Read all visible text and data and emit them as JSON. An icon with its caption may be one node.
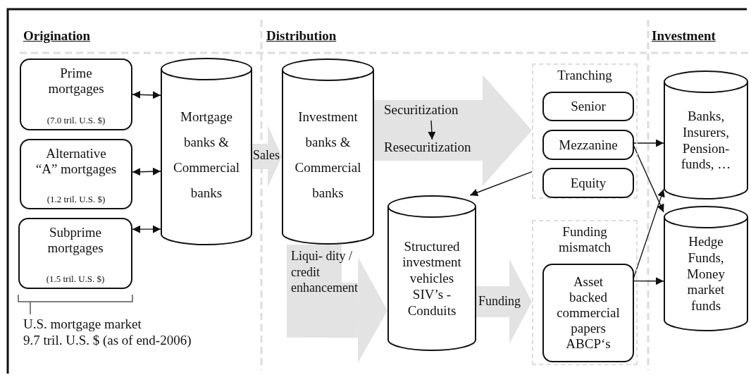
{
  "diagram": {
    "nodes": [
      {
        "text": [
          "Prime mortgages",
          "(7.0 tril. U.S. $)"
        ]
      },
      {
        "text": [
          "Alternative “A” mortgages",
          "(1.2 tril. U.S. $)"
        ]
      },
      {
        "text": [
          "Subprime mortgages",
          "(1.5 tril. U.S. $)"
        ]
      },
      {
        "text": [
          "Mortgage banks & Commercial banks"
        ]
      },
      {
        "text": [
          "Investment banks & Commercial banks"
        ]
      },
      {
        "text": [
          "Securitization"
        ]
      },
      {
        "text": [
          "Resecuritization"
        ]
      },
      {
        "text": [
          "Tranching"
        ]
      },
      {
        "text": [
          "Senior"
        ],
        "in": 7
      },
      {
        "text": [
          "Mezzanine"
        ],
        "in": 7
      },
      {
        "text": [
          "Equity"
        ],
        "in": 7
      },
      {
        "text": [
          "Structured investment vehicles SIV’s - Conduits"
        ]
      },
      {
        "text": [
          "Funding mismatch"
        ]
      },
      {
        "text": [
          "Asset backed commercial papers ABCP‘s"
        ],
        "in": 12
      },
      {
        "text": [
          "Banks, Insurers, Pension-funds, …"
        ]
      },
      {
        "text": [
          "Hedge Funds, Money market funds"
        ]
      }
    ],
    "edges": [
      {
        "from": 0,
        "to": 3,
        "arrow": "both"
      },
      {
        "from": 1,
        "to": 3,
        "arrow": "both"
      },
      {
        "from": 2,
        "to": 3,
        "arrow": "both"
      },
      {
        "from": 3,
        "to": 4,
        "arrow": "to",
        "label": "Sales",
        "style": "thick",
        "color": "#e3e3e3"
      },
      {
        "from": 4,
        "to": 7,
        "arrow": "to",
        "style": "thick",
        "color": "#e3e3e3"
      },
      {
        "from": 5,
        "to": 6,
        "arrow": "to"
      },
      {
        "from": 4,
        "to": 11,
        "arrow": "to",
        "label": "Liqui- dity / credit enhancement",
        "style": "thick",
        "color": "#e3e3e3"
      },
      {
        "from": 11,
        "to": 12,
        "arrow": "to",
        "label": "Funding",
        "style": "thick",
        "color": "#e3e3e3"
      },
      {
        "from": 7,
        "to": 11,
        "arrow": "to"
      },
      {
        "from": 9,
        "to": 14,
        "arrow": "to"
      },
      {
        "from": 9,
        "to": 15,
        "arrow": "to"
      },
      {
        "from": 13,
        "to": 15,
        "arrow": "to"
      },
      {
        "from": 13,
        "to": 14,
        "arrow": "to"
      }
    ],
    "labels": [
      "Origination",
      "Distribution",
      "Investment",
      "U.S. mortgage market",
      "9.7 tril. U.S. $ (as of end-2006)"
    ]
  }
}
